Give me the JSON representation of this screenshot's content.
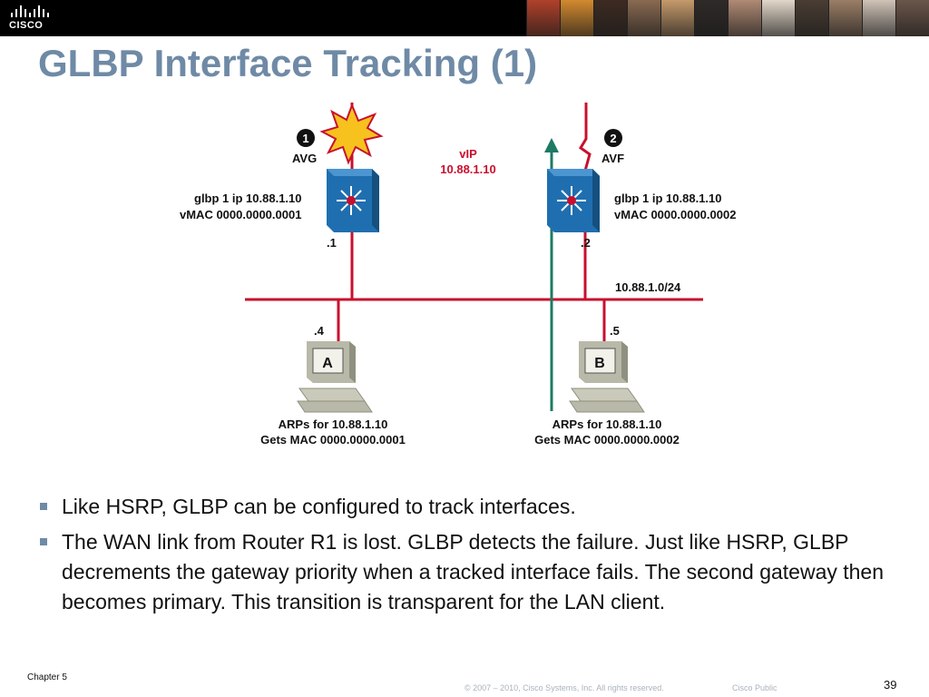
{
  "header": {
    "logo_text": "CISCO",
    "photos": [
      "#b0412a",
      "#d38a2f",
      "#3d2b22",
      "#8a6a52",
      "#c59a6b",
      "#2f2a28",
      "#b08a74",
      "#e2d7c9",
      "#4a3d33",
      "#9b7e66",
      "#cfc3b6",
      "#6b564a"
    ]
  },
  "slide": {
    "title": "GLBP Interface Tracking (1)"
  },
  "diagram": {
    "marker_1": "1",
    "marker_2": "2",
    "avg_label": "AVG",
    "avf_label": "AVF",
    "vip_label": "vIP",
    "vip_address": "10.88.1.10",
    "r1_config_line1": "glbp 1 ip 10.88.1.10",
    "r1_config_line2": "vMAC 0000.0000.0001",
    "r2_config_line1": "glbp 1 ip 10.88.1.10",
    "r2_config_line2": "vMAC 0000.0000.0002",
    "r1_addr": ".1",
    "r2_addr": ".2",
    "subnet": "10.88.1.0/24",
    "pc_a_addr": ".4",
    "pc_b_addr": ".5",
    "pc_a_label": "A",
    "pc_b_label": "B",
    "pc_a_line1": "ARPs for 10.88.1.10",
    "pc_a_line2": "Gets MAC 0000.0000.0001",
    "pc_b_line1": "ARPs for 10.88.1.10",
    "pc_b_line2": "Gets MAC 0000.0000.0002",
    "colors": {
      "link": "#c8102e",
      "router": "#1f6fb0",
      "arrow": "#1d7a63",
      "burst": "#f7c21d"
    }
  },
  "bullets": [
    "Like HSRP, GLBP can be configured to track interfaces.",
    "The WAN link from Router R1 is lost. GLBP detects the failure. Just like HSRP, GLBP decrements the gateway priority when a tracked interface fails. The second gateway then becomes primary. This transition is transparent for the LAN client."
  ],
  "footer": {
    "chapter": "Chapter 5",
    "copyright": "© 2007 – 2010, Cisco Systems, Inc. All rights reserved.",
    "classification": "Cisco Public",
    "page": "39"
  }
}
